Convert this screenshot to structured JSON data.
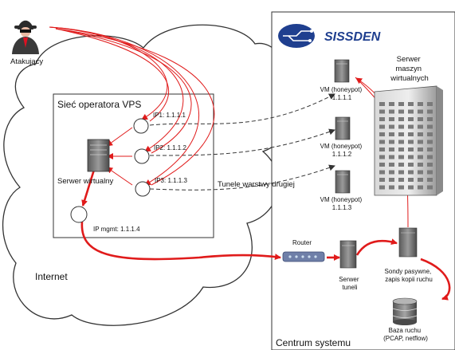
{
  "attacker": {
    "label": "Atakujący"
  },
  "internet": {
    "label": "Internet"
  },
  "vps": {
    "title": "Sieć operatora VPS",
    "ip1": "IP1: 1.1.1.1",
    "ip2": "IP2: 1.1.1.2",
    "ip3": "IP3: 1.1.1.3",
    "ip_mgmt": "IP mgmt: 1.1.1.4",
    "server": "Serwer wirtualny"
  },
  "system": {
    "logo_text": "SISSDEN",
    "footer": "Centrum systemu",
    "vm_host": [
      "Serwer",
      "maszyn",
      "wirtualnych"
    ],
    "vm1": [
      "VM (honeypot)",
      "1.1.1.1"
    ],
    "vm2": [
      "VM (honeypot)",
      "1.1.1.2"
    ],
    "vm3": [
      "VM (honeypot)",
      "1.1.1.3"
    ],
    "tunnels": "Tunele warstwy drugiej",
    "router": "Router",
    "tunnel_server": [
      "Serwer",
      "tuneli"
    ],
    "probes": [
      "Sondy pasywne,",
      "zapis kopii ruchu"
    ],
    "db": [
      "Baza ruchu",
      "(PCAP, netflow)"
    ]
  },
  "colors": {
    "traffic": "#e01b1b",
    "tunnel": "#333333",
    "logo": "#1f3f8f"
  }
}
